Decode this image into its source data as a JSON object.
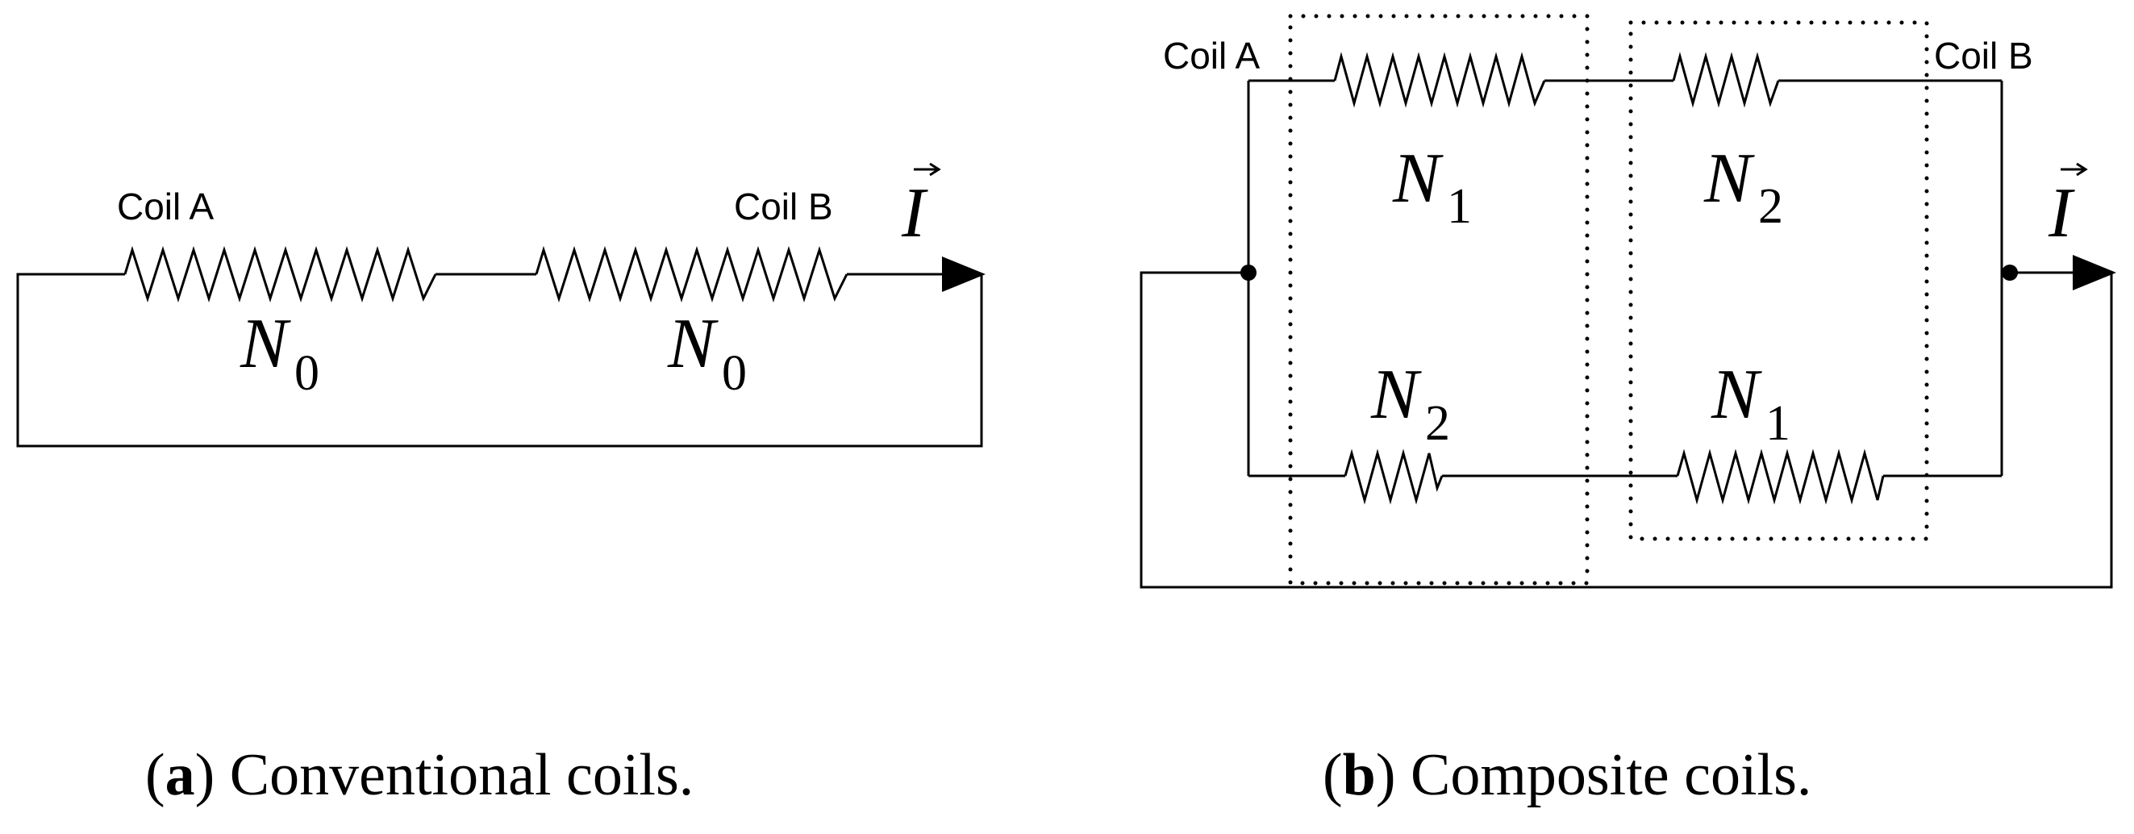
{
  "panel_a": {
    "coil_a_label": "Coil A",
    "coil_b_label": "Coil B",
    "turns_left_symbol": "N",
    "turns_left_sub": "0",
    "turns_right_symbol": "N",
    "turns_right_sub": "0",
    "current_symbol": "I",
    "caption_open": "(",
    "caption_letter": "a",
    "caption_text": ") Conventional coils."
  },
  "panel_b": {
    "coil_a_label": "Coil A",
    "coil_b_label": "Coil B",
    "top_left_symbol": "N",
    "top_left_sub": "1",
    "top_right_symbol": "N",
    "top_right_sub": "2",
    "bottom_left_symbol": "N",
    "bottom_left_sub": "2",
    "bottom_right_symbol": "N",
    "bottom_right_sub": "1",
    "current_symbol": "I",
    "caption_open": "(",
    "caption_letter": "b",
    "caption_text": ") Composite coils."
  }
}
